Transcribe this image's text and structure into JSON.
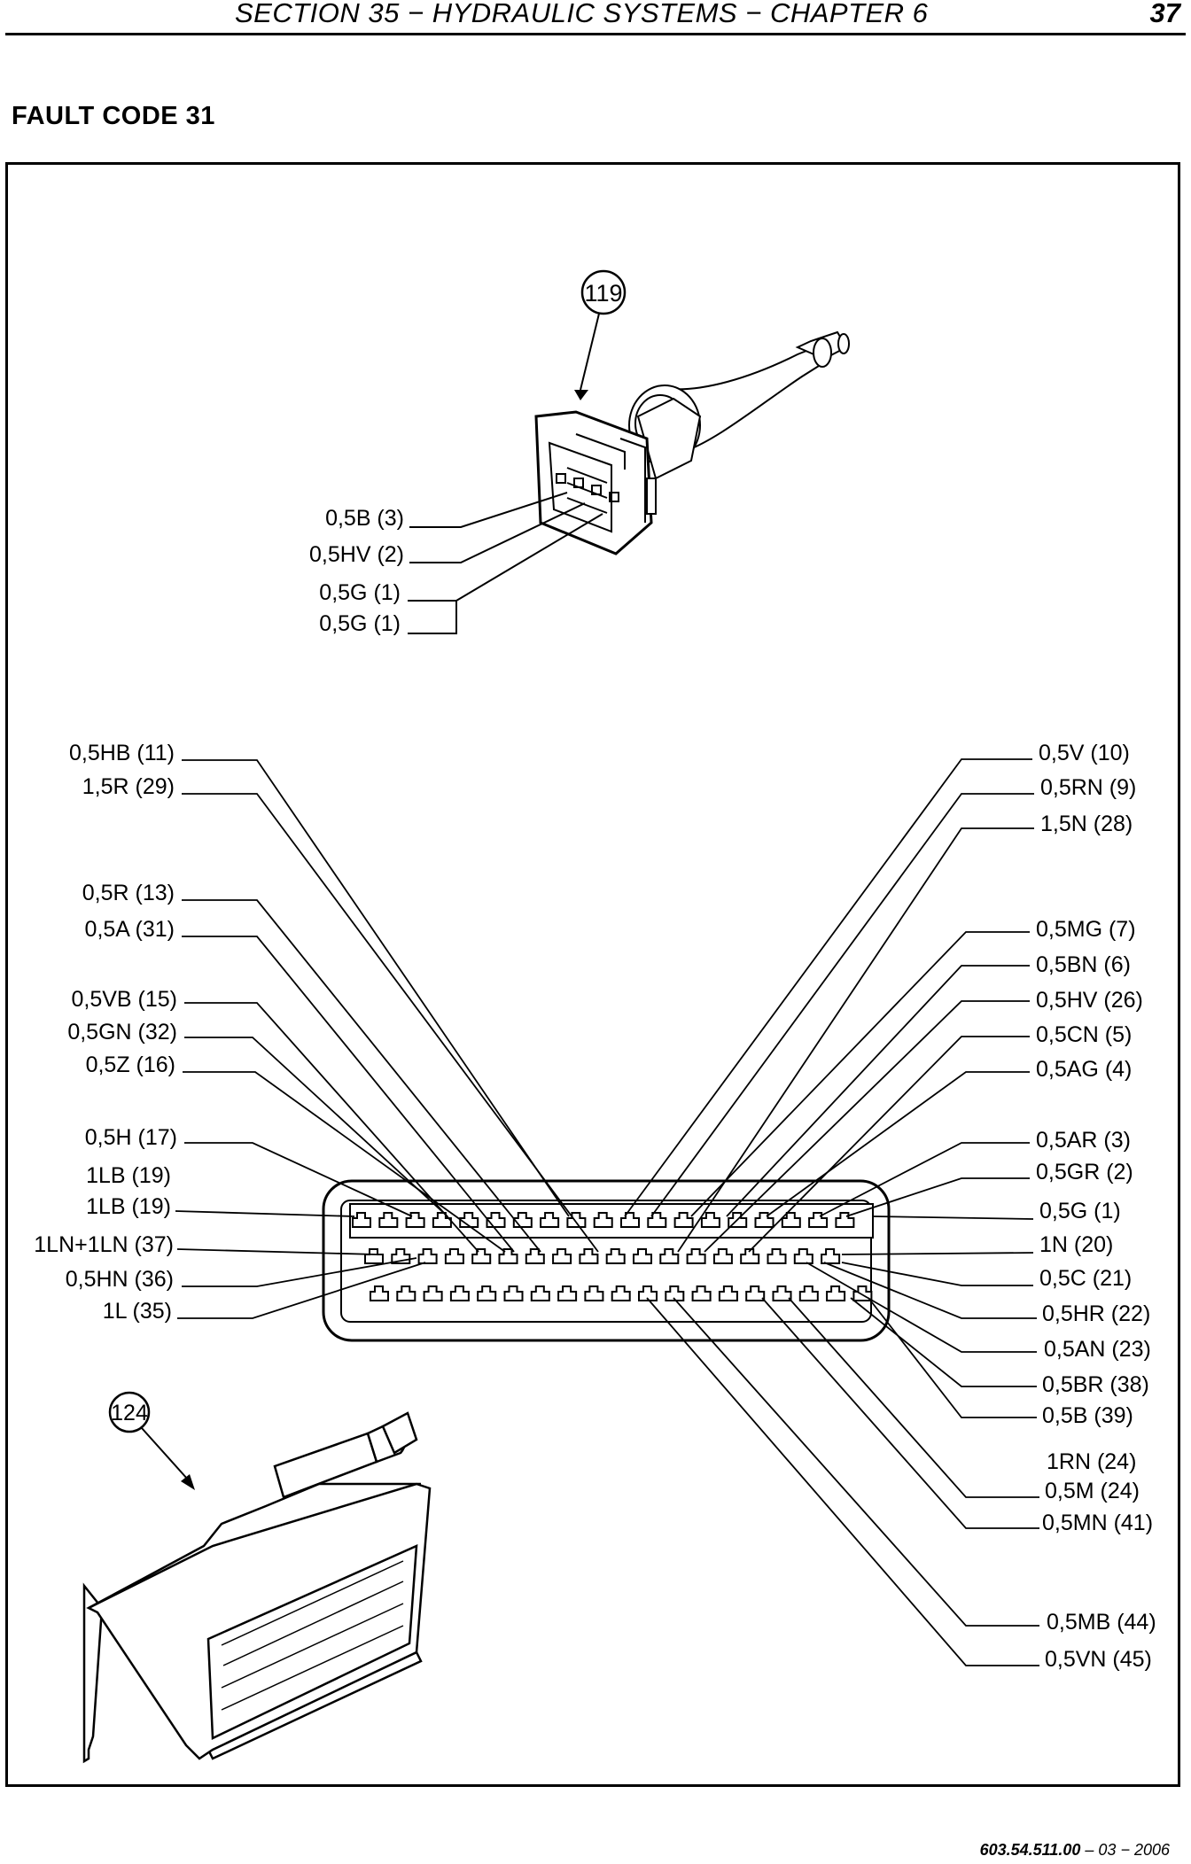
{
  "header": {
    "title": "SECTION 35 − HYDRAULIC SYSTEMS − CHAPTER 6",
    "page_number": "37"
  },
  "fault_title": "FAULT CODE 31",
  "connector_119": {
    "callout": "119",
    "wire_labels": [
      "0,5B (3)",
      "0,5HV (2)",
      "0,5G (1)",
      "0,5G (1)"
    ]
  },
  "connector_124": {
    "callout": "124"
  },
  "main_connector": {
    "left_labels": [
      "0,5HB (11)",
      "1,5R (29)",
      "0,5R (13)",
      "0,5A (31)",
      "0,5VB (15)",
      "0,5GN (32)",
      "0,5Z (16)",
      "0,5H (17)",
      "1LB (19)",
      "1LB (19)",
      "1LN+1LN (37)",
      "0,5HN (36)",
      "1L (35)"
    ],
    "right_labels": [
      "0,5V (10)",
      "0,5RN (9)",
      "1,5N (28)",
      "0,5MG (7)",
      "0,5BN (6)",
      "0,5HV (26)",
      "0,5CN (5)",
      "0,5AG (4)",
      "0,5AR (3)",
      "0,5GR (2)",
      "0,5G (1)",
      "1N (20)",
      "0,5C (21)",
      "0,5HR (22)",
      "0,5AN (23)",
      "0,5BR (38)",
      "0,5B (39)",
      "1RN (24)",
      "0,5M (24)",
      "0,5MN (41)",
      "0,5MB (44)",
      "0,5VN (45)"
    ]
  },
  "footer": {
    "doc_number": "603.54.511.00",
    "date": "03 − 2006"
  }
}
